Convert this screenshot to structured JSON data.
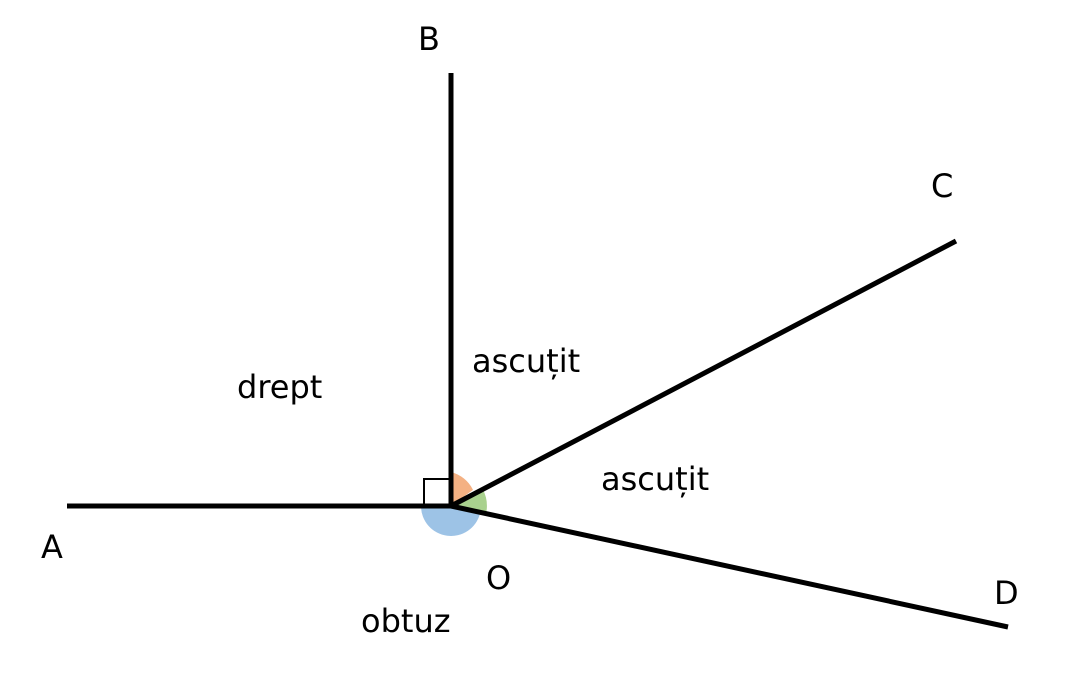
{
  "points": {
    "A": "A",
    "B": "B",
    "C": "C",
    "D": "D",
    "O": "O"
  },
  "angles": {
    "AOB": "drept",
    "BOC": "ascuțit",
    "COD": "ascuțit",
    "DOA": "obtuz"
  },
  "colors": {
    "line": "#000000",
    "angle_BOC": "#f4b183",
    "angle_COD": "#a9d18e",
    "angle_DOA": "#9dc3e6",
    "background": "#ffffff"
  }
}
